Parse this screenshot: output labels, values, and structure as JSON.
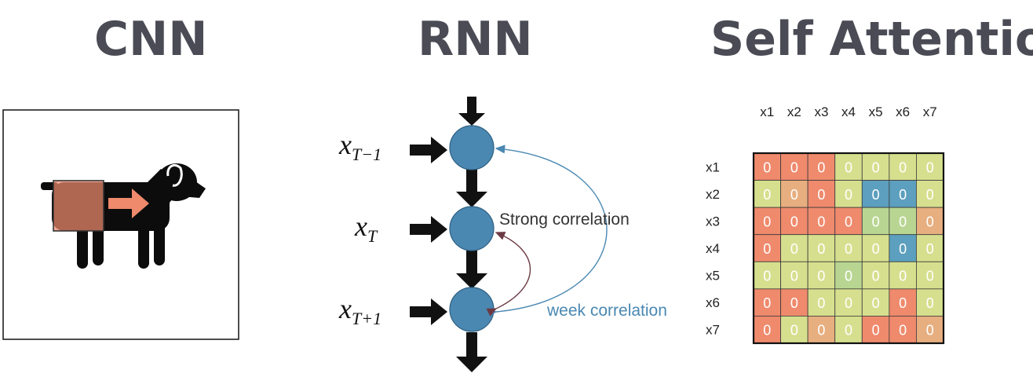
{
  "titles": {
    "cnn": "CNN",
    "rnn": "RNN",
    "self_attention": "Self Attention"
  },
  "rnn": {
    "inputs": [
      {
        "base": "x",
        "sub": "T−1"
      },
      {
        "base": "x",
        "sub": "T"
      },
      {
        "base": "x",
        "sub": "T+1"
      }
    ],
    "strong_label": "Strong correlation",
    "weak_label": "week correlation"
  },
  "attention": {
    "col_labels": [
      "x1",
      "x2",
      "x3",
      "x4",
      "x5",
      "x6",
      "x7"
    ],
    "row_labels": [
      "x1",
      "x2",
      "x3",
      "x4",
      "x5",
      "x6",
      "x7"
    ],
    "cell_value": "0",
    "cells": [
      [
        "r",
        "r",
        "r",
        "y",
        "y",
        "y",
        "y"
      ],
      [
        "y",
        "o",
        "r",
        "y",
        "b",
        "b",
        "y"
      ],
      [
        "r",
        "r",
        "r",
        "r",
        "g",
        "g",
        "o"
      ],
      [
        "r",
        "y",
        "y",
        "y",
        "y",
        "b",
        "y"
      ],
      [
        "y",
        "y",
        "y",
        "g",
        "y",
        "y",
        "y"
      ],
      [
        "r",
        "r",
        "y",
        "y",
        "y",
        "r",
        "y"
      ],
      [
        "r",
        "y",
        "o",
        "y",
        "r",
        "r",
        "o"
      ]
    ],
    "palette": {
      "r": "#ef8a6d",
      "o": "#e7ae7f",
      "y": "#d6df8e",
      "g": "#b8d692",
      "b": "#5c9fbe"
    }
  },
  "colors": {
    "node": "#4a88b2",
    "arrow": "#111111",
    "strong_arc": "#6b3a44",
    "weak_arc": "#4a88b2",
    "title": "#4a4b55",
    "accent": "#ef8a6d"
  }
}
